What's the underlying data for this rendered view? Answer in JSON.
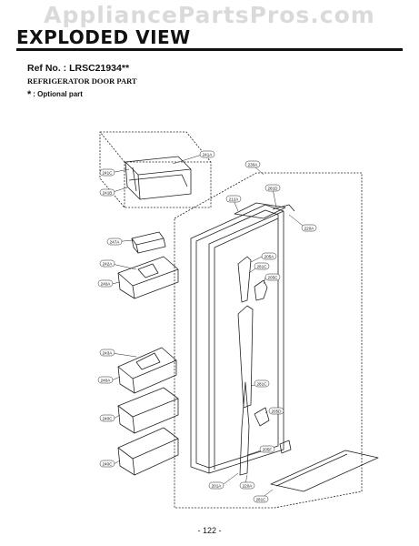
{
  "watermark": "AppliancePartsPros.com",
  "header": {
    "title": "EXPLODED VIEW",
    "ref": "Ref No. : LRSC21934**",
    "subtitle": "REFRIGERATOR DOOR PART",
    "optional_note": ": Optional part",
    "optional_star": "*"
  },
  "callouts": {
    "c241A": "241A",
    "c241C": "241C",
    "c241B": "241B",
    "c230A": "230A",
    "c212A": "212A",
    "c281D": "281D",
    "c220A": "220A",
    "c247A": "247A",
    "c242A": "242A",
    "c240A_top": "240A",
    "c205A": "205A",
    "c281C_top": "281C",
    "c205C": "205C",
    "c243A": "243A",
    "c240A_mid": "240A",
    "c281C_mid": "281C",
    "c205D": "205D",
    "c240C_1": "240C",
    "c205F": "205F",
    "c240C_2": "240C",
    "c201A": "201A",
    "c220A_bottom": "220A",
    "c281C_bottom": "281C"
  },
  "footer": {
    "page": "- 122 -"
  }
}
